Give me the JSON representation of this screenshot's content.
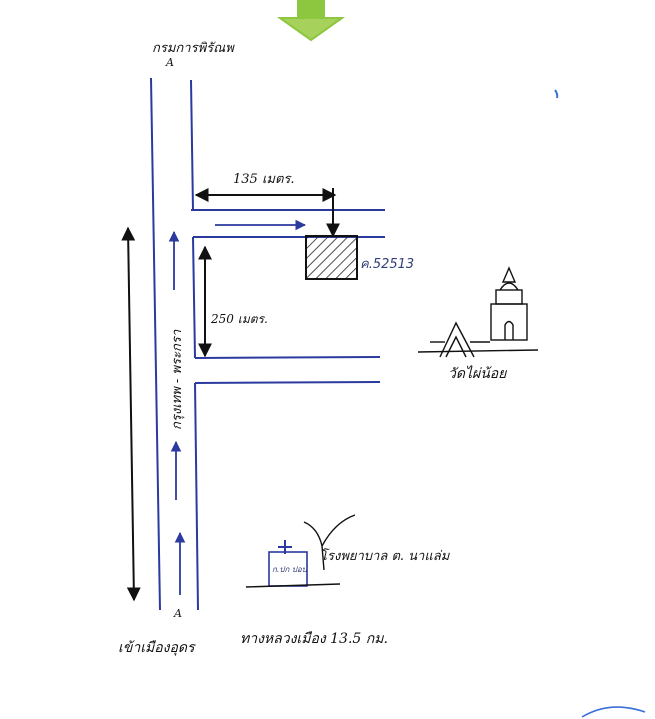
{
  "labels": {
    "north_destination": "กรมการพิรัณพ",
    "north_marker": "A",
    "top_distance": "135 เมตร.",
    "side_distance": "250 เมตร.",
    "parcel_id": "ค.52513",
    "main_road": "กรุงเทพ - พระกรา",
    "temple": "วัดไผ่น้อย",
    "hospital": "โรงพยาบาล ต. นาแล่ม",
    "hospital_sign": "ก.ปก ปอป",
    "south_marker": "A",
    "south_destination": "เข้าเมืองอุดร",
    "south_distance": "ทางหลวงเมือง 13.5 กม."
  },
  "colors": {
    "road_line": "#2a3a9e",
    "ink": "#111111",
    "north_arrow": "#8dc63f",
    "parcel_hatch": "#222222"
  },
  "icons": {
    "north_arrow": "green-arrow-down-icon",
    "parcel": "hatched-parcel-icon",
    "temple": "temple-icon",
    "hospital": "hospital-icon",
    "tree": "tree-icon"
  }
}
